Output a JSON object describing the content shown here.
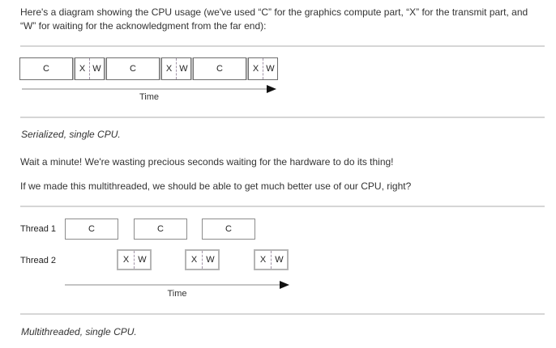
{
  "intro": {
    "text": "Here's a diagram showing the CPU usage (we've used “C” for the graphics compute part, “X” for the transmit part, and “W” for waiting for the acknowledgment from the far end):"
  },
  "diagram1": {
    "cycles": [
      {
        "c": "C",
        "x": "X",
        "w": "W"
      },
      {
        "c": "C",
        "x": "X",
        "w": "W"
      },
      {
        "c": "C",
        "x": "X",
        "w": "W"
      }
    ],
    "time_label": "Time",
    "caption": "Serialized, single CPU."
  },
  "body_text": {
    "paragraph2": "Wait a minute! We're wasting precious seconds waiting for the hardware to do its thing!",
    "paragraph3": "If we made this multithreaded, we should be able to get much better use of our CPU, right?"
  },
  "diagram2": {
    "thread1_label": "Thread 1",
    "thread2_label": "Thread 2",
    "thread1_boxes": [
      "C",
      "C",
      "C"
    ],
    "thread2_boxes": [
      {
        "x": "X",
        "w": "W"
      },
      {
        "x": "X",
        "w": "W"
      },
      {
        "x": "X",
        "w": "W"
      }
    ],
    "time_label": "Time",
    "caption": "Multithreaded, single CPU."
  },
  "colors": {
    "text": "#333333",
    "rule": "#d6d6d6",
    "box_border_dark": "#6e6e6e",
    "box_border_medium": "#8c8c8c",
    "box_border_light": "#b5b5b5",
    "dashed_divider": "#a295a8",
    "arrow_line": "#c4c4c4",
    "arrow_head": "#111111"
  }
}
